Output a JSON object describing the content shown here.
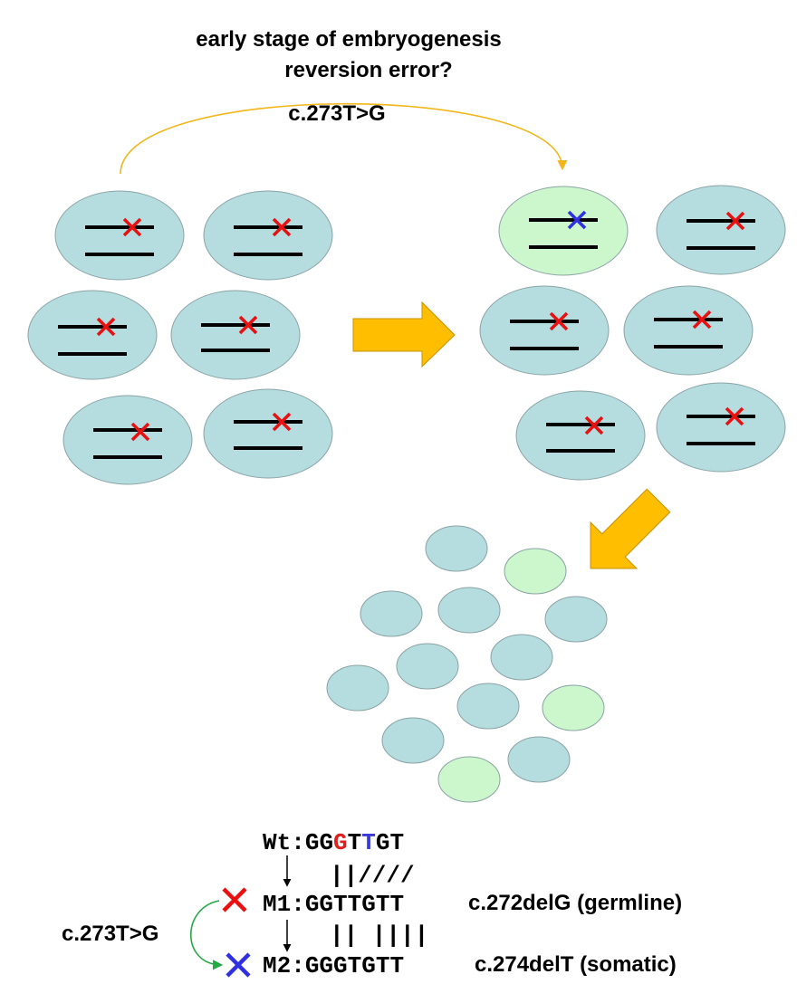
{
  "top": {
    "line1": "early stage of embryogenesis",
    "line2": "reversion error?",
    "mutation": "c.273T>G"
  },
  "colors": {
    "mutant_cell": "#b5dde0",
    "reverted_cell": "#ccf7cc",
    "germline_x": "#e81010",
    "somatic_x": "#3030e0",
    "arc": "#f2b61a",
    "block_arrow": "#ffbe00",
    "loop_arrow": "#22aa44"
  },
  "sequence": {
    "wt_label": "Wt",
    "wt_seq": [
      {
        "ch": "G",
        "color": "#000000"
      },
      {
        "ch": "G",
        "color": "#000000"
      },
      {
        "ch": "G",
        "color": "#e02020"
      },
      {
        "ch": "T",
        "color": "#000000"
      },
      {
        "ch": "T",
        "color": "#3a3ad8"
      },
      {
        "ch": "G",
        "color": "#000000"
      },
      {
        "ch": "T",
        "color": "#000000"
      }
    ],
    "align1": "||////",
    "m1_label": "M1",
    "m1_seq": "GGTTGTT",
    "m1_note": "c.272delG (germline)",
    "align2": "|| ||||",
    "m2_label": "M2",
    "m2_seq": "GGGTGTT",
    "m2_note": "c.274delT (somatic)",
    "side_mutation": "c.273T>G"
  }
}
